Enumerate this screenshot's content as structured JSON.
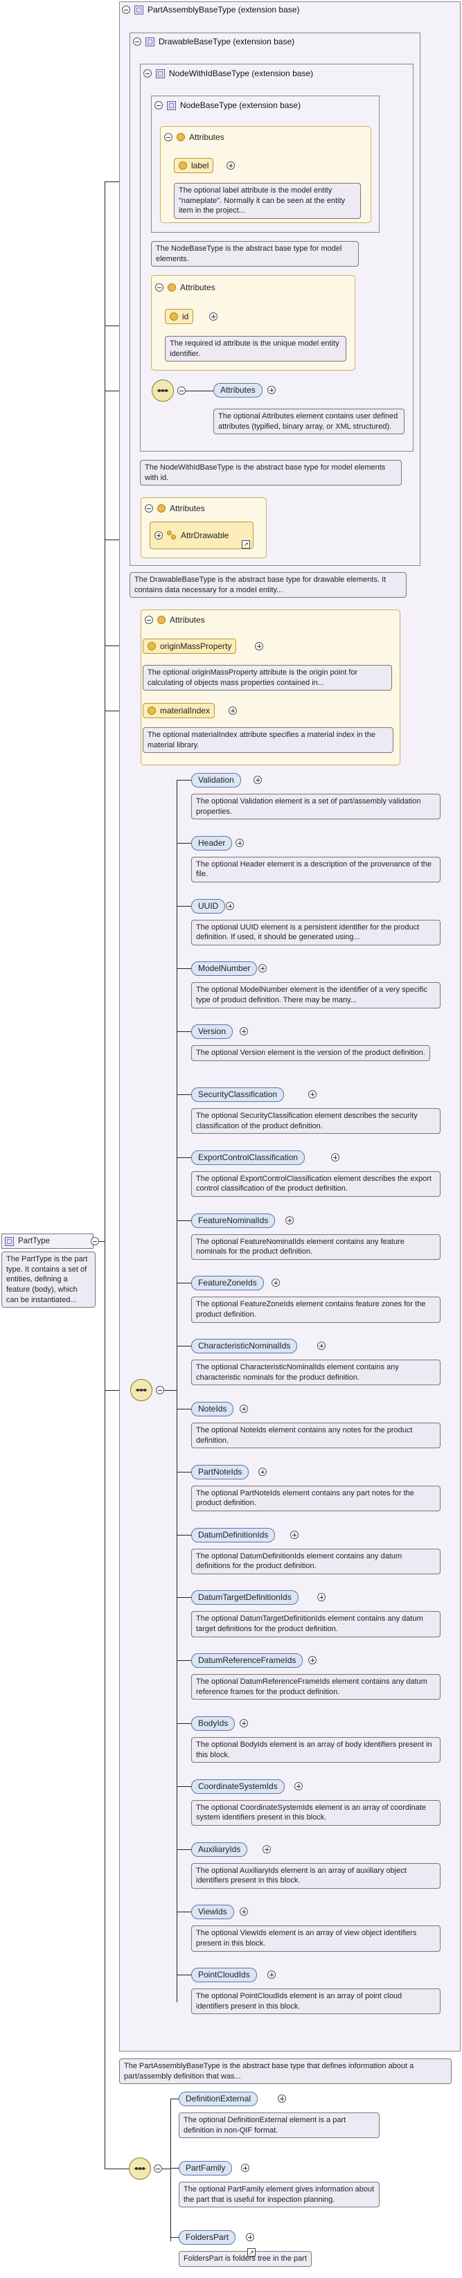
{
  "root": {
    "name": "PartType",
    "desc": "The PartType is the part type. It contains a set of entities, defining a feature (body), which can be instantiated..."
  },
  "t1": {
    "name": "PartAssemblyBaseType (extension base)",
    "desc": "The PartAssemblyBaseType is the abstract base type that defines information about a part/assembly definition that was..."
  },
  "t2": {
    "name": "DrawableBaseType (extension base)",
    "desc": "The DrawableBaseType is the abstract base type for drawable elements. It contains data necessary for a model entity..."
  },
  "t3": {
    "name": "NodeWithIdBaseType (extension base)",
    "desc": "The NodeWithIdBaseType is the abstract base type for model elements with id."
  },
  "t4": {
    "name": "NodeBaseType (extension base)",
    "desc": "The NodeBaseType is the abstract base type for model elements."
  },
  "attr_group_label": "Attributes",
  "a_label": {
    "name": "label",
    "desc": "The optional label attribute is the model entity \"nameplate\". Normally it can be seen at the entity item in the project..."
  },
  "a_id": {
    "name": "id",
    "desc": "The required id attribute is the unique model entity identifier."
  },
  "attributes_el": {
    "name": "Attributes",
    "desc": "The optional Attributes element contains user defined attributes (typified, binary array, or XML structured)."
  },
  "attr_drawable": "AttrDrawable",
  "a_omp": {
    "name": "originMassProperty",
    "desc": "The optional originMassProperty attribute is the origin point for calculating of objects mass properties contained in..."
  },
  "a_mi": {
    "name": "materialIndex",
    "desc": "The optional materialIndex attribute specifies a material index in the material library."
  },
  "elements": [
    {
      "name": "Validation",
      "desc": "The optional Validation element is a set of part/assembly validation properties."
    },
    {
      "name": "Header",
      "desc": "The optional Header element is a description of the provenance of the file."
    },
    {
      "name": "UUID",
      "desc": "The optional UUID element is a persistent identifier for the product definition. If used, it should be generated using..."
    },
    {
      "name": "ModelNumber",
      "desc": "The optional ModelNumber element is the identifier of a very specific type of product definition. There may be many..."
    },
    {
      "name": "Version",
      "desc": "The optional Version element is the version of the product definition."
    },
    {
      "name": "SecurityClassification",
      "desc": "The optional SecurityClassification element describes the security classification of the product definition."
    },
    {
      "name": "ExportControlClassification",
      "desc": "The optional ExportControlClassification element describes the export control classification of the product definition."
    },
    {
      "name": "FeatureNominalIds",
      "desc": "The optional FeatureNominalIds element contains any feature nominals for the product definition."
    },
    {
      "name": "FeatureZoneIds",
      "desc": "The optional FeatureZoneIds element contains feature zones for the product definition."
    },
    {
      "name": "CharacteristicNominalIds",
      "desc": "The optional CharacteristicNominalIds element contains any characteristic nominals for the product definition."
    },
    {
      "name": "NoteIds",
      "desc": "The optional NoteIds element contains any notes for the product definition."
    },
    {
      "name": "PartNoteIds",
      "desc": "The optional PartNoteIds element contains any part notes for the product definition."
    },
    {
      "name": "DatumDefinitionIds",
      "desc": "The optional DatumDefinitionIds element contains any datum definitions for the product definition."
    },
    {
      "name": "DatumTargetDefinitionIds",
      "desc": "The optional DatumTargetDefinitionIds element contains any datum target definitions for the product definition."
    },
    {
      "name": "DatumReferenceFrameIds",
      "desc": "The optional DatumReferenceFrameIds element contains any datum reference frames for the product definition."
    },
    {
      "name": "BodyIds",
      "desc": "The optional BodyIds element is an array of body identifiers present in this block."
    },
    {
      "name": "CoordinateSystemIds",
      "desc": "The optional CoordinateSystemIds element is an array of coordinate system identifiers present in this block."
    },
    {
      "name": "AuxiliaryIds",
      "desc": "The optional AuxiliaryIds element is an array of auxiliary object identifiers present in this block."
    },
    {
      "name": "ViewIds",
      "desc": "The optional ViewIds element is an array of view object identifiers present in this block."
    },
    {
      "name": "PointCloudIds",
      "desc": "The optional PointCloudIds element is an array of point cloud identifiers present in this block."
    }
  ],
  "part_elements": [
    {
      "name": "DefinitionExternal",
      "desc": "The optional DefinitionExternal element is a part definition in non-QIF format."
    },
    {
      "name": "PartFamily",
      "desc": "The optional PartFamily element gives information about the part that is useful for inspection planning."
    },
    {
      "name": "FoldersPart",
      "desc": "FoldersPart is folders tree in the part"
    }
  ]
}
